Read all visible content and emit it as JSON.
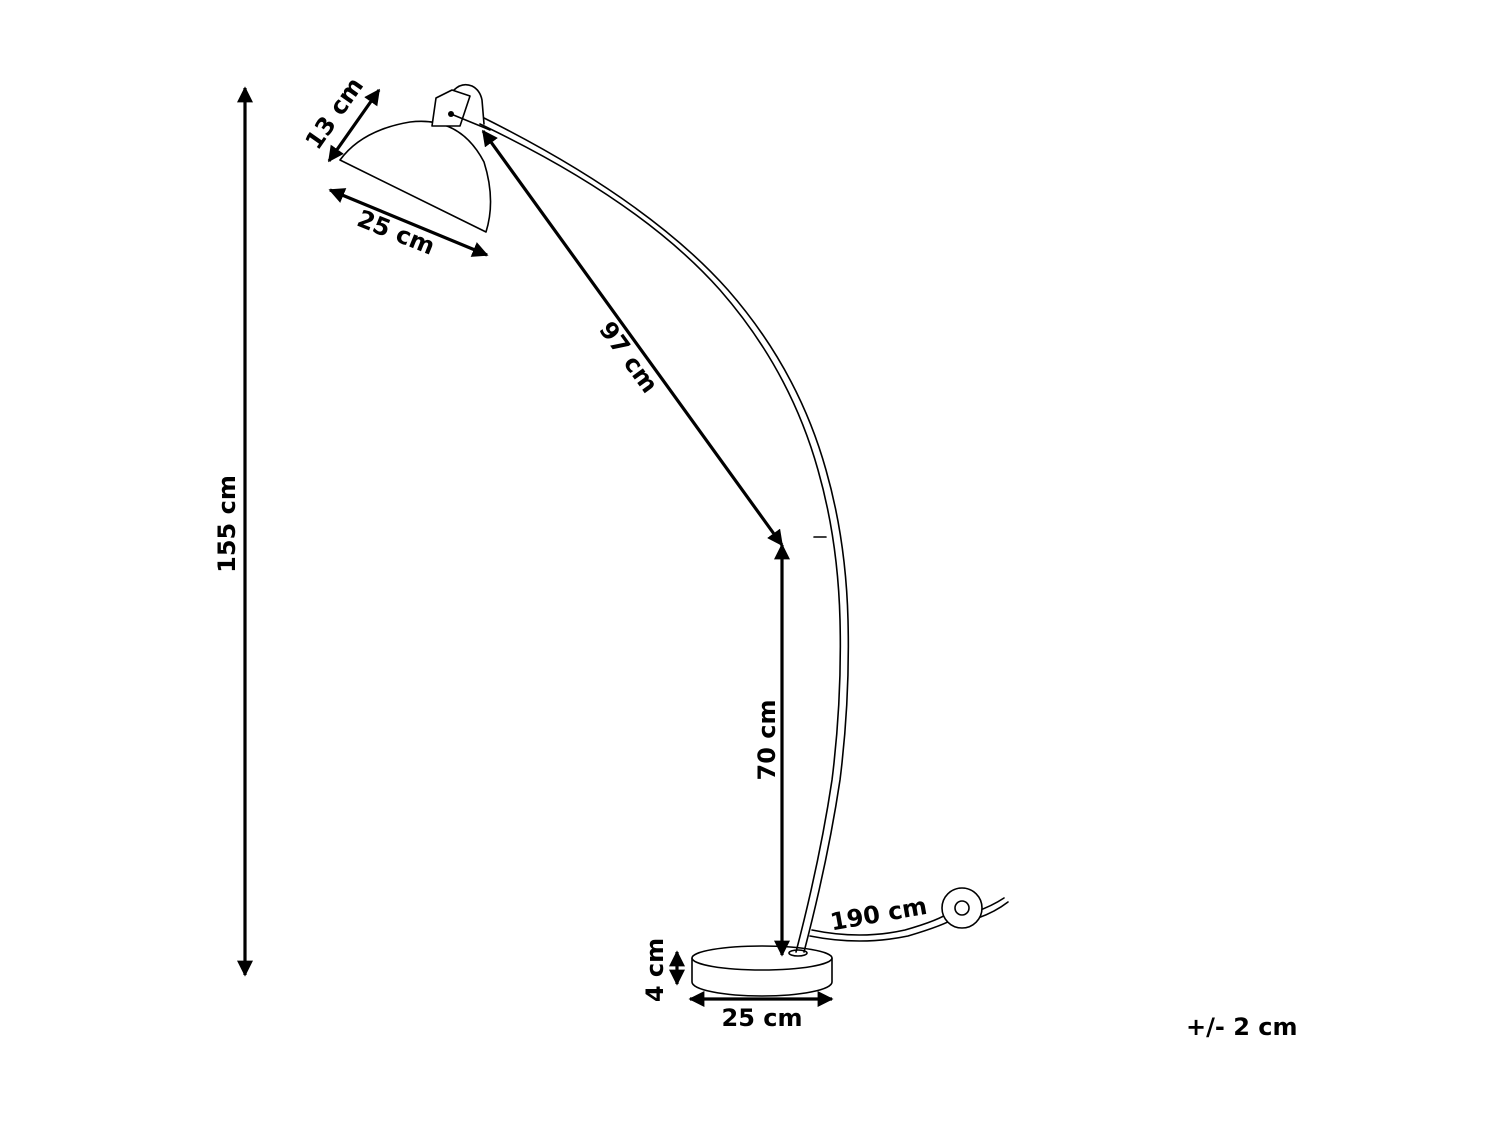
{
  "dimensions": {
    "total_height": "155 cm",
    "shade_depth": "13 cm",
    "shade_diameter": "25 cm",
    "arm_length": "97 cm",
    "base_to_arm_height": "70 cm",
    "cable_length": "190 cm",
    "base_height": "4 cm",
    "base_diameter": "25 cm"
  },
  "tolerance": "+/- 2 cm",
  "colors": {
    "line": "#000000",
    "background": "#ffffff"
  }
}
